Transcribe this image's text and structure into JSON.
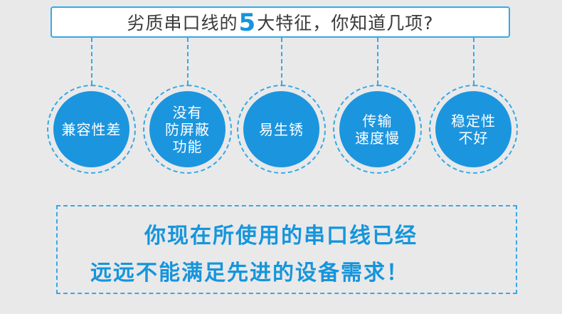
{
  "header": {
    "title_pre": "劣质串口线的",
    "title_num": "5",
    "title_post": "大特征，你知道几项?"
  },
  "features": [
    {
      "label": "兼容性差"
    },
    {
      "label": "没有\n防屏蔽\n功能"
    },
    {
      "label": "易生锈"
    },
    {
      "label": "传输\n速度慢"
    },
    {
      "label": "稳定性\n不好"
    }
  ],
  "conclusion": {
    "line1": "你现在所使用的串口线已经",
    "line2": "远远不能满足先进的设备需求！"
  },
  "colors": {
    "accent": "#1c95df",
    "border": "#36a9e6",
    "background": "#e9e9ea"
  }
}
